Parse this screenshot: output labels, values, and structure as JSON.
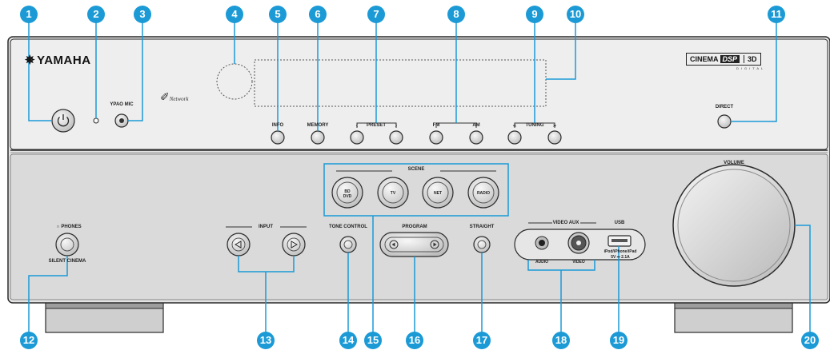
{
  "brand": {
    "name": "YAMAHA",
    "logo_icon": "tuning-fork-logo-icon",
    "network_logo": "Network"
  },
  "cinema_logo": {
    "part1": "CINEMA",
    "part2": "DSP",
    "part3": "3D",
    "sub": "DIGITAL"
  },
  "front_panel_labels": {
    "ypao_mic": "YPAO MIC",
    "info": "INFO",
    "memory": "MEMORY",
    "preset": "PRESET",
    "fm": "FM",
    "am": "AM",
    "tuning": "TUNING",
    "direct": "DIRECT",
    "scene": "SCENE",
    "volume": "VOLUME",
    "phones": "PHONES",
    "silent_cinema": "SILENT CINEMA",
    "input": "INPUT",
    "tone_control": "TONE CONTROL",
    "program": "PROGRAM",
    "straight": "STRAIGHT",
    "video_aux": "VIDEO AUX",
    "usb": "USB",
    "audio": "AUDIO",
    "video": "VIDEO",
    "usb_sub": "iPod/iPhone/iPad",
    "usb_power": "5V ⎓ 2.1A"
  },
  "scene_buttons": [
    "BD DVD",
    "TV",
    "NET",
    "RADIO"
  ],
  "callouts": [
    "1",
    "2",
    "3",
    "4",
    "5",
    "6",
    "7",
    "8",
    "9",
    "10",
    "11",
    "12",
    "13",
    "14",
    "15",
    "16",
    "17",
    "18",
    "19",
    "20"
  ],
  "colors": {
    "callout": "#1b9ad6",
    "panel": "#d7d7d7",
    "outline": "#2a2a2a"
  }
}
